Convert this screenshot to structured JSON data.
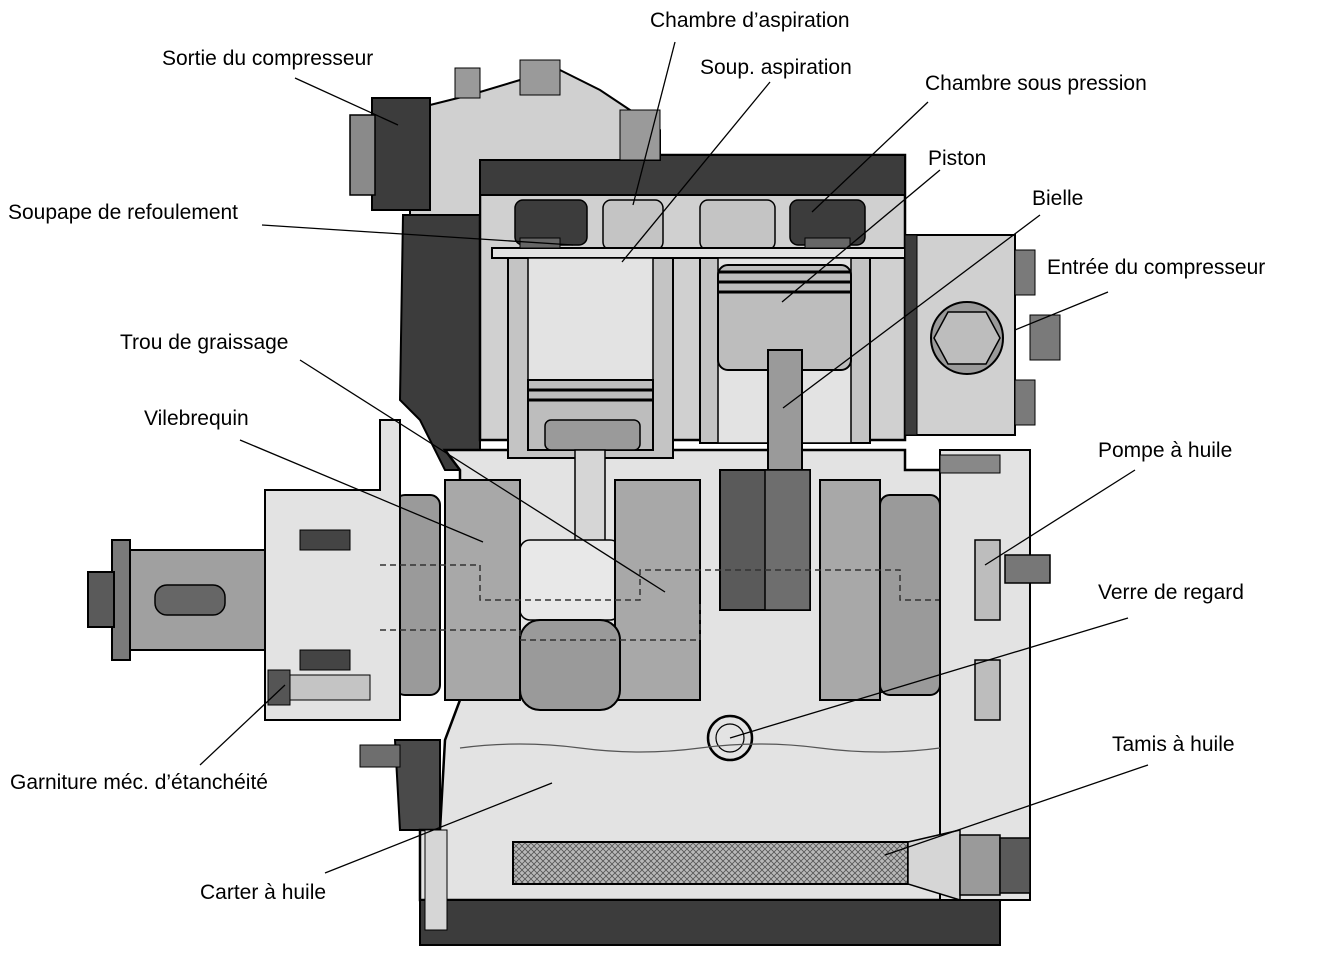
{
  "labels": {
    "sortie_compresseur": "Sortie du compresseur",
    "chambre_aspiration": "Chambre d’aspiration",
    "soup_aspiration": "Soup. aspiration",
    "chambre_sous_pression": "Chambre sous pression",
    "piston": "Piston",
    "soupape_refoulement": "Soupape de refoulement",
    "bielle": "Bielle",
    "entree_compresseur": "Entrée du compresseur",
    "trou_graissage": "Trou de graissage",
    "vilebrequin": "Vilebrequin",
    "pompe_huile": "Pompe à huile",
    "verre_regard": "Verre de regard",
    "tamis_huile": "Tamis à huile",
    "garniture": "Garniture méc. d’étanchéité",
    "carter_huile": "Carter à huile"
  },
  "colors": {
    "dark": "#3c3c3c",
    "mid": "#8a8a8a",
    "light": "#c4c4c4",
    "pale": "#e3e3e3",
    "leader": "#000000"
  }
}
